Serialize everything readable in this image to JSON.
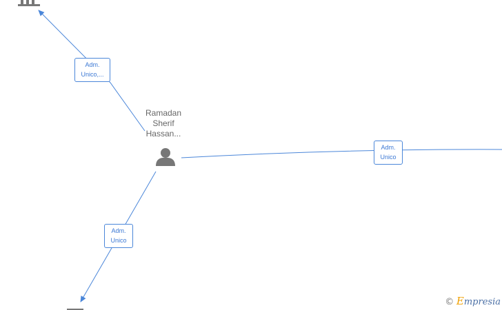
{
  "person": {
    "name_line1": "Ramadan",
    "name_line2": "Sherif",
    "name_line3": "Hassan..."
  },
  "edges": [
    {
      "line1": "Adm.",
      "line2": "Unico,..."
    },
    {
      "line1": "Adm.",
      "line2": "Unico"
    },
    {
      "line1": "Adm.",
      "line2": "Unico"
    }
  ],
  "watermark": {
    "copyright": "©",
    "brand_initial": "E",
    "brand_rest": "mpresia"
  },
  "colors": {
    "edge": "#4a86d9",
    "icon": "#777777",
    "label_text": "#666666"
  },
  "icons": {
    "person": "person-icon",
    "company": "building-icon"
  }
}
